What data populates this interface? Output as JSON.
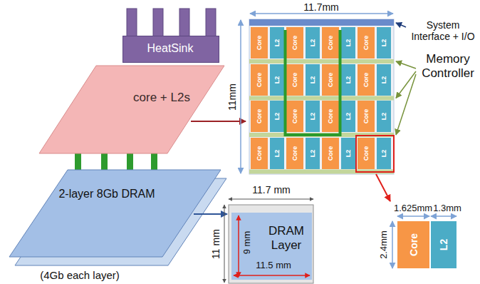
{
  "diagram": {
    "nodes": [
      {
        "text": [
          "HeatSink"
        ]
      },
      {
        "text": [
          "core + L2s"
        ]
      },
      {
        "text": [
          "2-layer 8Gb DRAM"
        ]
      },
      {
        "text": [
          "Core"
        ]
      },
      {
        "text": [
          "L2"
        ]
      },
      {
        "text": [
          "Core"
        ]
      },
      {
        "text": [
          "L2"
        ]
      },
      {
        "text": [
          "Core"
        ]
      },
      {
        "text": [
          "L2"
        ]
      },
      {
        "text": [
          "Core"
        ]
      },
      {
        "text": [
          "L2"
        ]
      },
      {
        "text": [
          "Core"
        ]
      },
      {
        "text": [
          "L2"
        ]
      },
      {
        "text": [
          "Core"
        ]
      },
      {
        "text": [
          "L2"
        ]
      },
      {
        "text": [
          "Core"
        ]
      },
      {
        "text": [
          "L2"
        ]
      },
      {
        "text": [
          "Core"
        ]
      },
      {
        "text": [
          "L2"
        ]
      },
      {
        "text": [
          "Core"
        ]
      },
      {
        "text": [
          "L2"
        ]
      },
      {
        "text": [
          "Core"
        ]
      },
      {
        "text": [
          "L2"
        ]
      },
      {
        "text": [
          "Core"
        ]
      },
      {
        "text": [
          "L2"
        ]
      },
      {
        "text": [
          "Core"
        ]
      },
      {
        "text": [
          "L2"
        ]
      },
      {
        "text": [
          "Core"
        ]
      },
      {
        "text": [
          "L2"
        ]
      },
      {
        "text": [
          "Core"
        ]
      },
      {
        "text": [
          "L2"
        ]
      },
      {
        "text": [
          "Core"
        ]
      },
      {
        "text": [
          "L2"
        ]
      },
      {
        "text": [
          "Core"
        ]
      },
      {
        "text": [
          "L2"
        ]
      },
      {
        "text": [
          "DRAM Layer"
        ]
      },
      {
        "text": [
          "Core"
        ]
      },
      {
        "text": [
          "L2"
        ]
      }
    ],
    "labels": [
      "11.7mm",
      "System Interface + I/O",
      "11mm",
      "Memory Controller",
      "(4Gb each layer)",
      "11.7 mm",
      "1.625mm",
      "1.3mm",
      "11 mm",
      "9 mm",
      "2.4mm",
      "11.5 mm"
    ]
  }
}
